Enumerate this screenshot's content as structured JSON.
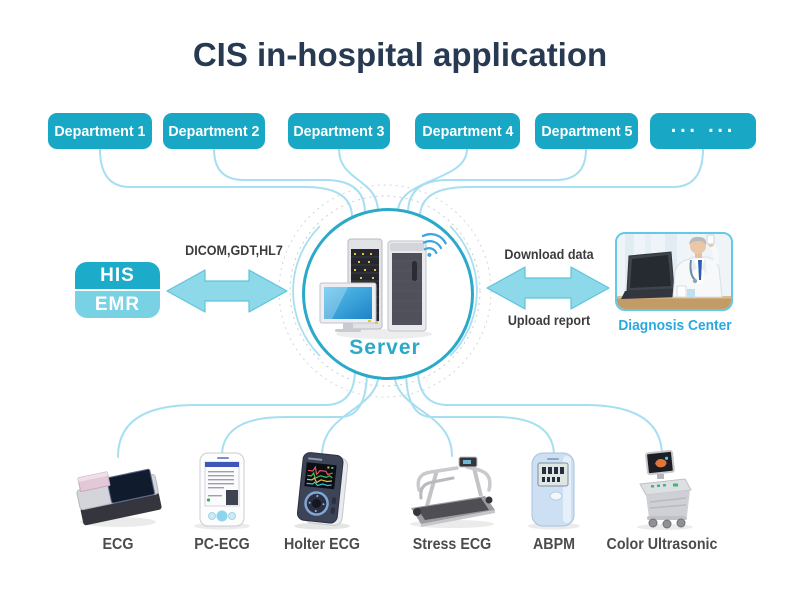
{
  "title": "CIS in-hospital application",
  "departments": [
    {
      "label": "Department 1"
    },
    {
      "label": "Department 2"
    },
    {
      "label": "Department 3"
    },
    {
      "label": "Department 4"
    },
    {
      "label": "Department 5"
    },
    {
      "label": "... ..."
    }
  ],
  "integration_left": {
    "his_label": "HIS",
    "emr_label": "EMR",
    "protocol_label": "DICOM,GDT,HL7"
  },
  "server": {
    "label": "Server",
    "icon": "server-rack-icon",
    "wifi_icon": "wifi-icon"
  },
  "integration_right": {
    "download_label": "Download data",
    "upload_label": "Upload report",
    "diagnosis_label": "Diagnosis Center",
    "photo_icon": "doctor-with-laptop-photo"
  },
  "devices": [
    {
      "label": "ECG",
      "icon": "ecg-machine-icon"
    },
    {
      "label": "PC-ECG",
      "icon": "pc-ecg-tablet-icon"
    },
    {
      "label": "Holter ECG",
      "icon": "holter-recorder-icon"
    },
    {
      "label": "Stress ECG",
      "icon": "treadmill-icon"
    },
    {
      "label": "ABPM",
      "icon": "abpm-monitor-icon"
    },
    {
      "label": "Color Ultrasonic",
      "icon": "ultrasound-cart-icon"
    }
  ],
  "colors": {
    "department_teal": "#18a7c4",
    "his_teal": "#1cabc9",
    "emr_cyan": "#79d2e4",
    "arrow_fill": "#8dd8e9",
    "arrow_edge": "#5ec5db",
    "connection_line": "#a7dff2",
    "server_circle_border": "#2aa9c9",
    "server_text": "#2aa9c9",
    "diagnosis_text": "#29a9e0",
    "title_navy": "#273a52",
    "label_dark": "#3c3c3c"
  }
}
